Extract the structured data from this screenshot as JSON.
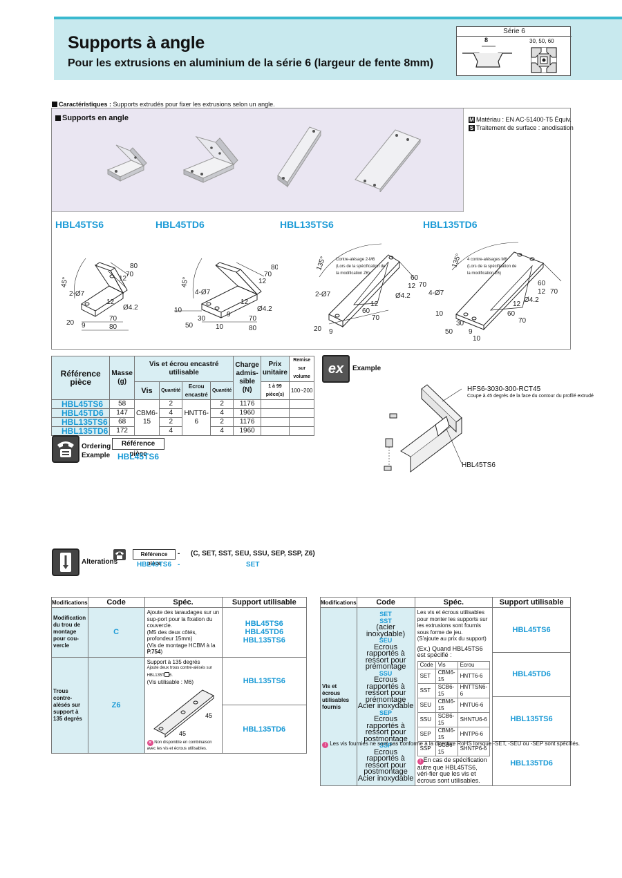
{
  "header": {
    "title": "Supports à angle",
    "subtitle": "Pour les extrusions en aluminium de la série 6 (largeur de fente 8mm)",
    "series_label": "Série 6",
    "slot_dim": "8",
    "profile_dims": "30, 50, 60"
  },
  "caracteristiques": {
    "label": "Caractéristiques :",
    "text": "Supports extrudés pour fixer les extrusions selon un angle."
  },
  "photo_section": {
    "title": "Supports en angle",
    "material": "Matériau : EN AC-51400-T5 Équiv.",
    "treatment": "Traitement de surface : anodisation",
    "material_marker": "M",
    "treatment_marker": "S"
  },
  "models": [
    "HBL45TS6",
    "HBL45TD6",
    "HBL135TS6",
    "HBL135TD6"
  ],
  "drawings": {
    "d1": {
      "angle": "45°",
      "holes": "2-Ø7",
      "d80": "80",
      "d70": "70",
      "d12": "12",
      "d12b": "12",
      "d42": "Ø4.2",
      "b70": "70",
      "b80": "80",
      "b20": "20",
      "b9": "9"
    },
    "d2": {
      "angle": "45°",
      "holes": "4-Ø7",
      "d80": "80",
      "d70": "70",
      "d12": "12",
      "d12b": "12",
      "d42": "Ø4.2",
      "b10": "10",
      "b50": "50",
      "b30": "30",
      "b10b": "10",
      "b70": "70",
      "b80": "80",
      "b9": "9"
    },
    "d3": {
      "angle": "135°",
      "holes": "2-Ø7",
      "note1": "Contre-alésage 2-M6",
      "note2": "(Lors de la spécification de",
      "note3": "la modification Z6)",
      "d60": "60",
      "d70": "70",
      "d12": "12",
      "d42": "Ø4.2",
      "d12b": "12",
      "b60": "60",
      "b70": "70",
      "b20": "20",
      "b9": "9"
    },
    "d4": {
      "angle": "135°",
      "holes": "4-Ø7",
      "note1": "4 contre-alésages M6",
      "note2": "(Lors de la spécification de",
      "note3": "la modification Z6)",
      "d60": "60",
      "d70": "70",
      "d12": "12",
      "d42": "Ø4.2",
      "d12b": "12",
      "b60": "60",
      "b70": "70",
      "b10": "10",
      "b30": "30",
      "b50": "50",
      "b9": "9",
      "b10b": "10"
    }
  },
  "spec_table": {
    "headers": {
      "ref": "Référence pièce",
      "masse": "Masse (g)",
      "vis_ecrou": "Vis et écrou encastré utilisable",
      "vis": "Vis",
      "quantite": "Quantité",
      "ecrou": "Ecrou encastré",
      "quantite2": "Quantité",
      "charge": "Charge admis-sible (N)",
      "prix": "Prix unitaire",
      "prix_sub": "1 à 99 pièce(s)",
      "remise": "Remise sur volume",
      "remise_sub": "100~200"
    },
    "rows": [
      {
        "ref": "HBL45TS6",
        "masse": "58",
        "qte_vis": "2",
        "qte_ecrou": "2",
        "charge": "1176"
      },
      {
        "ref": "HBL45TD6",
        "masse": "147",
        "qte_vis": "4",
        "qte_ecrou": "4",
        "charge": "1960"
      },
      {
        "ref": "HBL135TS6",
        "masse": "68",
        "qte_vis": "2",
        "qte_ecrou": "2",
        "charge": "1176"
      },
      {
        "ref": "HBL135TD6",
        "masse": "172",
        "qte_vis": "4",
        "qte_ecrou": "4",
        "charge": "1960"
      }
    ],
    "vis_value": "CBM6-15",
    "ecrou_value": "HNTT6-6"
  },
  "ordering": {
    "label_line1": "Ordering",
    "label_line2": "Example",
    "ref_label": "Référence pièce",
    "value": "HBL45TS6"
  },
  "example": {
    "label": "Example",
    "callout1": "HFS6-3030-300-RCT45",
    "callout2": "Coupe à 45 degrés de la face du contour du profilé extrudé",
    "callout3": "HBL45TS6"
  },
  "alterations": {
    "label": "Alterations",
    "ref_label": "Référence pièce",
    "dash": "-",
    "codes": "(C, SET, SST, SEU, SSU, SEP, SSP, Z6)",
    "example_ref": "HBL45TS6",
    "example_dash": "-",
    "example_code": "SET"
  },
  "mod_left": {
    "headers": {
      "mod": "Modifications",
      "code": "Code",
      "spec": "Spéc.",
      "support": "Support utilisable"
    },
    "row1": {
      "name": "Modification du trou de montage pour cou-vercle",
      "code": "C",
      "spec_l1": "Ajoute des taraudages sur un sup-port pour la fixation du couvercle.",
      "spec_l2": "(M5 des deux côtés, profondeur 15mm)",
      "spec_l3": "(Vis de montage HCBM à la ",
      "spec_page": "P.754",
      "spec_end": ")",
      "supports": [
        "HBL45TS6",
        "HBL45TD6",
        "HBL135TS6"
      ]
    },
    "row2": {
      "name": "Trous contre-alésés sur support à 135 degrés",
      "code": "Z6",
      "spec_l1": "Support à 135 degrés",
      "spec_l2": "Ajoute deux trous contre-alésés sur HBL135T",
      "spec_l2_end": "6.",
      "spec_l3": "(Vis utilisable : M6)",
      "dim1": "45",
      "dim2": "45",
      "note": "Non disponible en combinaison avec les vis et écrous utilisables.",
      "support1": "HBL135TS6",
      "support2": "HBL135TD6"
    }
  },
  "mod_right": {
    "headers": {
      "mod": "Modifications",
      "code": "Code",
      "spec": "Spéc.",
      "support": "Support utilisable"
    },
    "name": "Vis et écrous utilisables fournis",
    "codes": [
      {
        "code": "SET",
        "desc": []
      },
      {
        "code": "SST",
        "desc": [
          "(acier inoxydable)"
        ]
      },
      {
        "code": "SEU",
        "desc": [
          "Ecrous rapportés à",
          "ressort pour prémontage"
        ]
      },
      {
        "code": "SSU",
        "desc": [
          "Ecrous rapportés à",
          "ressort pour prémontage",
          "Acier inoxydable"
        ]
      },
      {
        "code": "SEP",
        "desc": [
          "Ecrous rapportés à",
          "ressort pour postmontage"
        ]
      },
      {
        "code": "SSP",
        "desc": [
          "Ecrous rapportés à",
          "ressort pour postmontage",
          "Acier inoxydable"
        ]
      }
    ],
    "spec_intro": "Les vis et écrous utilisables pour monter les supports sur les extrusions sont fournis sous forme de jeu.",
    "spec_intro2": "(S'ajoute au prix du support)",
    "spec_ex": "(Ex.) Quand HBL45TS6 est spécifié :",
    "inner_headers": [
      "Code",
      "Vis",
      "Ecrou"
    ],
    "inner_rows": [
      [
        "SET",
        "CBM6-15",
        "HNTT6-6"
      ],
      [
        "SST",
        "SCB6-15",
        "HNTTSN6-6"
      ],
      [
        "SEU",
        "CBM6-15",
        "HNTU6-6"
      ],
      [
        "SSU",
        "SCB6-15",
        "SHNTU6-6"
      ],
      [
        "SEP",
        "CBM6-15",
        "HNTP6-6"
      ],
      [
        "SSP",
        "SCB6-15",
        "SHNTP6-6"
      ]
    ],
    "spec_note": "En cas de spécification autre que HBL45TS6, véri-fier que les vis et écrous sont utilisables.",
    "supports": [
      "HBL45TS6",
      "HBL45TD6",
      "HBL135TS6",
      "HBL135TD6"
    ]
  },
  "footnote": "Les vis fournies ne sont pas conforme à la directive RoHS lorsque -SET, -SEU ou -SEP sont spécifiés.",
  "colors": {
    "accent": "#1a9ad6",
    "header_band": "#c8e9ee",
    "table_head": "#d9eef3",
    "photo_bg": "#eae6f2"
  }
}
